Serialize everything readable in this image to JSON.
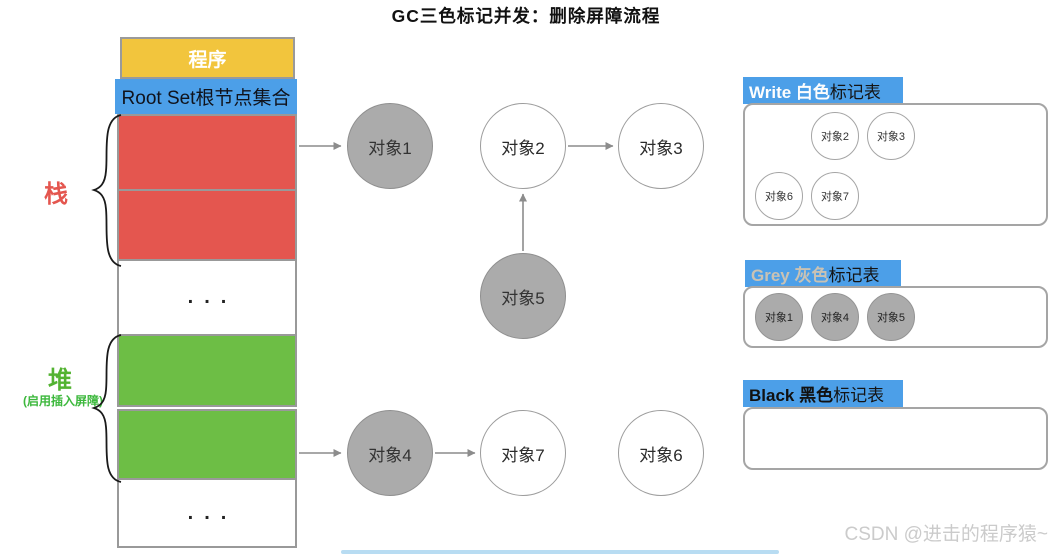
{
  "title": "GC三色标记并发：删除屏障流程",
  "stack_column": {
    "program": "程序",
    "root_set": "Root Set根节点集合",
    "ellipsis": "..."
  },
  "side_labels": {
    "stack": "栈",
    "heap": "堆",
    "heap_note": "(启用插入屏障)"
  },
  "graph": {
    "nodes": [
      {
        "id": "obj1",
        "label": "对象1",
        "fill": "gray"
      },
      {
        "id": "obj2",
        "label": "对象2",
        "fill": "white"
      },
      {
        "id": "obj3",
        "label": "对象3",
        "fill": "white"
      },
      {
        "id": "obj5",
        "label": "对象5",
        "fill": "gray"
      },
      {
        "id": "obj4",
        "label": "对象4",
        "fill": "gray"
      },
      {
        "id": "obj7",
        "label": "对象7",
        "fill": "white"
      },
      {
        "id": "obj6",
        "label": "对象6",
        "fill": "white"
      }
    ],
    "edges": [
      {
        "from": "stack",
        "to": "obj1"
      },
      {
        "from": "obj2",
        "to": "obj3"
      },
      {
        "from": "obj5",
        "to": "obj2"
      },
      {
        "from": "heap",
        "to": "obj4"
      },
      {
        "from": "obj4",
        "to": "obj7"
      }
    ]
  },
  "tables": [
    {
      "id": "white",
      "title_prefix": "Write 白色",
      "title_suffix": "标记表",
      "items": [
        "对象2",
        "对象3",
        "对象6",
        "对象7"
      ]
    },
    {
      "id": "grey",
      "title_prefix": "Grey 灰色",
      "title_suffix": "标记表",
      "items": [
        "对象1",
        "对象4",
        "对象5"
      ]
    },
    {
      "id": "black",
      "title_prefix": "Black 黑色",
      "title_suffix": "标记表",
      "items": []
    }
  ],
  "watermark": "CSDN @进击的程序猿~",
  "colors": {
    "highlight_blue": "#4C9FE8",
    "program_yellow": "#F2C53D",
    "stack_red": "#E4564F",
    "heap_green": "#6DBE45",
    "grey_node": "#ABABAB",
    "grey_title_text": "#C9C2B4",
    "bottom_bar_blue": "#B8DCF2",
    "watermark_grey": "#CBCBCB"
  }
}
